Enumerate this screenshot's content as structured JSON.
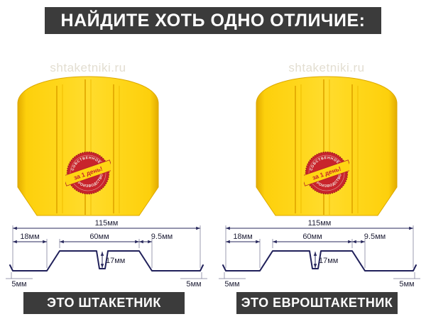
{
  "title": "НАЙДИТЕ ХОТЬ ОДНО ОТЛИЧИЕ:",
  "watermark": "shtaketniki.ru",
  "stamp": {
    "ring_top": "СОБСТВЕННОЕ",
    "ring_bottom": "ПРОИЗВОДСТВО",
    "ribbon": "за 1 день!"
  },
  "dimensions": {
    "total_width": "115мм",
    "left_flat": "18мм",
    "top_width": "60мм",
    "right_slope": "9.5мм",
    "depth": "17мм",
    "left_hem": "5мм",
    "right_hem": "5мм"
  },
  "panels": [
    {
      "label": "ЭТО ШТАКЕТНИК"
    },
    {
      "label": "ЭТО ЕВРОШТАКЕТНИК"
    }
  ],
  "colors": {
    "accent_yellow": "#ffd60a",
    "stamp_red": "#c8242c",
    "bar_dark": "#3b3b3b",
    "line_navy": "#20205a"
  }
}
